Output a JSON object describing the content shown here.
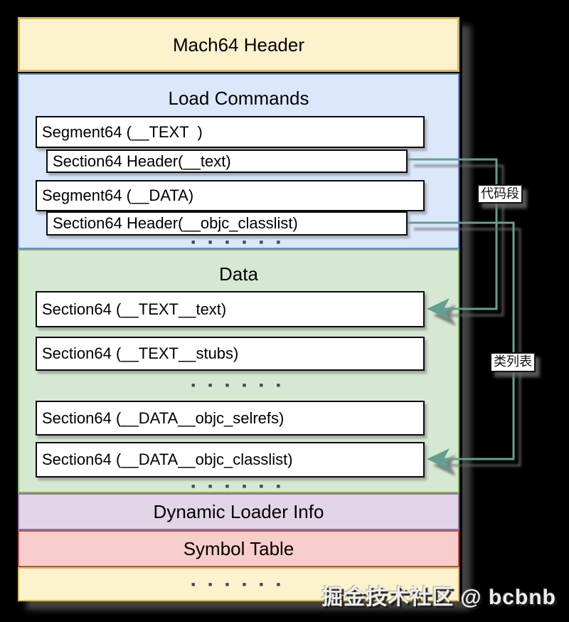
{
  "diagram": {
    "title_semantic": "Mach-O 64 file layout",
    "colors": {
      "yellow_fill": "#FCF2CE",
      "yellow_stroke": "#D7B957",
      "blue_fill": "#DBE8FC",
      "blue_stroke": "#6C8EBF",
      "green_fill": "#D6E8D2",
      "green_stroke": "#82B366",
      "purple_fill": "#E2D5E7",
      "purple_stroke": "#9673A6",
      "red_fill": "#F8CECC",
      "red_stroke": "#B85450",
      "connector": "#63A092"
    },
    "sections": {
      "mach_header": {
        "label": "Mach64 Header"
      },
      "load_commands": {
        "label": "Load Commands",
        "boxes": [
          {
            "label": "Segment64 (__TEXT  )"
          },
          {
            "label": "Section64 Header(__text)"
          },
          {
            "label": "Segment64 (__DATA)"
          },
          {
            "label": "Section64 Header(__objc_classlist)"
          }
        ],
        "ellipsis": "■ ■ ■ ■ ■ ■"
      },
      "data": {
        "label": "Data",
        "boxes": [
          {
            "label": "Section64 (__TEXT__text)"
          },
          {
            "label": "Section64 (__TEXT__stubs)"
          },
          {
            "label": "Section64 (__DATA__objc_selrefs)"
          },
          {
            "label": "Section64 (__DATA__objc_classlist)"
          }
        ],
        "ellipsis1": "■ ■ ■ ■ ■ ■",
        "ellipsis2": "■ ■ ■ ■ ■ ■"
      },
      "dynamic_loader_info": {
        "label": "Dynamic Loader Info"
      },
      "symbol_table": {
        "label": "Symbol Table"
      },
      "tail": {
        "ellipsis": "■ ■ ■ ■ ■ ■"
      }
    },
    "connectors": {
      "code_segment_label": "代码段",
      "class_list_label": "类列表"
    },
    "watermark": "掘金技术社区 @ bcbnb"
  }
}
